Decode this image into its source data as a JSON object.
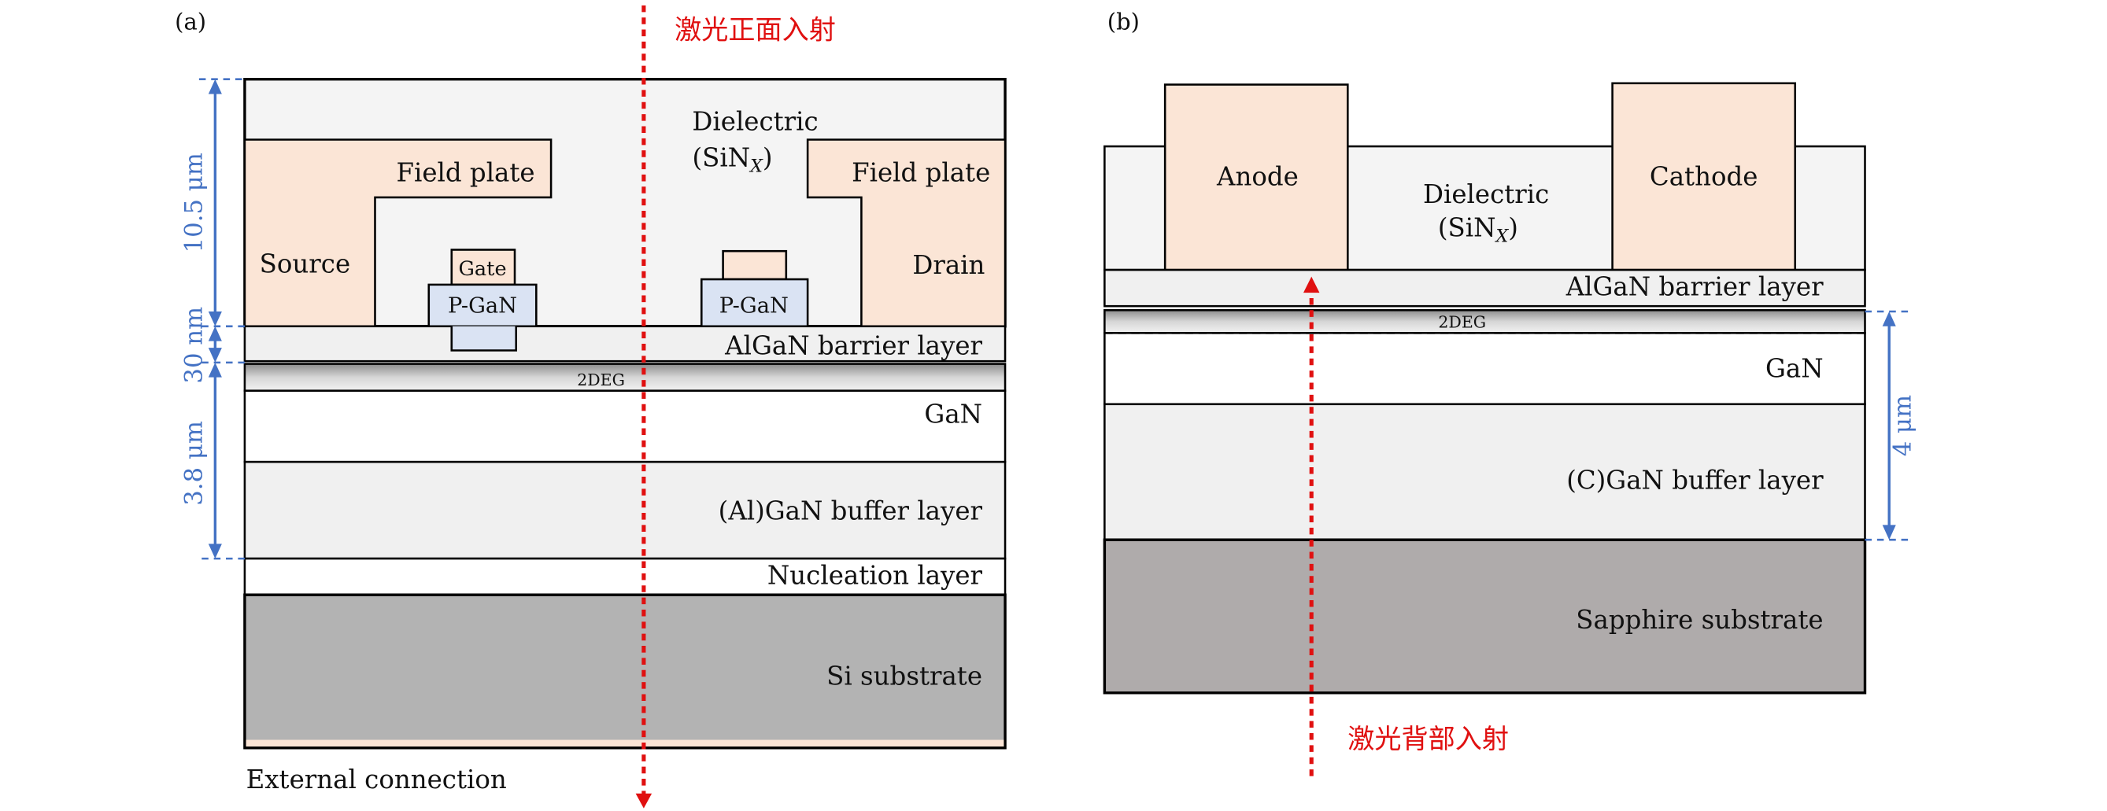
{
  "panel_a": {
    "label": "(a)",
    "laser_label": "激光正面入射",
    "dielectric": "Dielectric",
    "dielectric_formula": "(SiN",
    "dielectric_sub": "X",
    "dielectric_close": ")",
    "field_plate_left": "Field plate",
    "field_plate_right": "Field plate",
    "source": "Source",
    "drain": "Drain",
    "gate": "Gate",
    "pgan_left": "P-GaN",
    "pgan_right": "P-GaN",
    "barrier": "AlGaN barrier layer",
    "twodeg": "2DEG",
    "gan": "GaN",
    "buffer": "(Al)GaN buffer layer",
    "nucleation": "Nucleation  layer",
    "substrate": "Si  substrate",
    "external": "External connection",
    "dim_top": "10.5 μm",
    "dim_mid": "30 nm",
    "dim_bot": "3.8 μm"
  },
  "panel_b": {
    "label": "(b)",
    "laser_label": "激光背部入射",
    "anode": "Anode",
    "cathode": "Cathode",
    "dielectric": "Dielectric",
    "dielectric_formula": "(SiN",
    "dielectric_sub": "X",
    "dielectric_close": ")",
    "barrier": "AlGaN barrier layer",
    "twodeg": "2DEG",
    "gan": "GaN",
    "buffer": "(C)GaN buffer layer",
    "substrate": "Sapphire substrate",
    "dim": "4 μm"
  },
  "colors": {
    "metal": "#fbe5d6",
    "pgan": "#dae3f3",
    "dielectric": "#f4f4f4",
    "layer_light": "#f0f0f0",
    "si_substrate": "#b3b3b3",
    "sapphire": "#afabab",
    "laser": "#e01010",
    "dimension": "#4472c4"
  }
}
